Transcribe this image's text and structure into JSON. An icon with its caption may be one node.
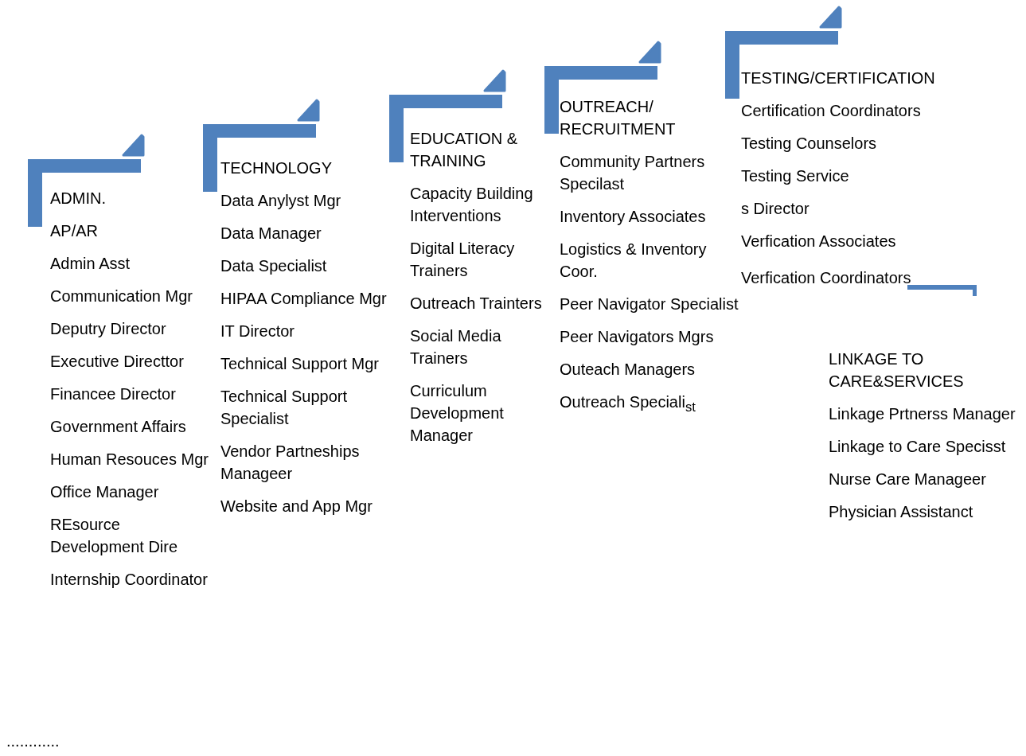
{
  "diagram": {
    "nodes": [
      {
        "text": [
          "ADMIN."
        ],
        "beside": [
          "AP/AR",
          "Admin Asst",
          "Communication Mgr",
          "Deputry Director",
          "Executive Directtor",
          "Financee Director",
          "Government Affairs",
          "Human Resouces Mgr",
          "Office Manager",
          "REsource Development Dire",
          "Internship Coordinator"
        ]
      },
      {
        "text": [
          "TECHNOLOGY"
        ],
        "beside": [
          "Data Anylyst Mgr",
          "Data Manager",
          "Data Specialist",
          "HIPAA Compliance Mgr",
          "IT Director",
          "Technical Support Mgr",
          "Technical Support Specialist",
          "Vendor Partneships Manageer",
          "Website and App Mgr"
        ]
      },
      {
        "text": [
          "EDUCATION & TRAINING"
        ],
        "beside": [
          "Capacity Building Interventions",
          "Digital Literacy Trainers",
          "Outreach Trainters",
          "Social Media Trainers",
          "Curriculum Development Manager"
        ]
      },
      {
        "text": [
          "OUTREACH/ RECRUITMENT"
        ],
        "beside": [
          "Community Partners Specilast",
          "Inventory Associates",
          "Logistics & Inventory Coor.",
          "Peer Navigator Specialist",
          "Peer Navigators Mgrs",
          "Outeach Managers",
          "Outreach Speciali$_{st}$"
        ]
      },
      {
        "text": [
          "TESTING/CERTIFICATION"
        ],
        "beside": [
          "Certification Coordinators",
          "Testing Counselors",
          "Testing Service",
          "s Director",
          "Verfication Associates"
        ]
      },
      {
        "text": [
          "LINKAGE TO CARE&SERVICES"
        ],
        "beside": [
          "Linkage Prtnerss Manager",
          "Linkage to Care Specisst",
          "Nurse Care Manageer",
          "Physician Assistanct"
        ]
      }
    ],
    "labels": [
      "Verfication Coordinators",
      "............"
    ]
  }
}
